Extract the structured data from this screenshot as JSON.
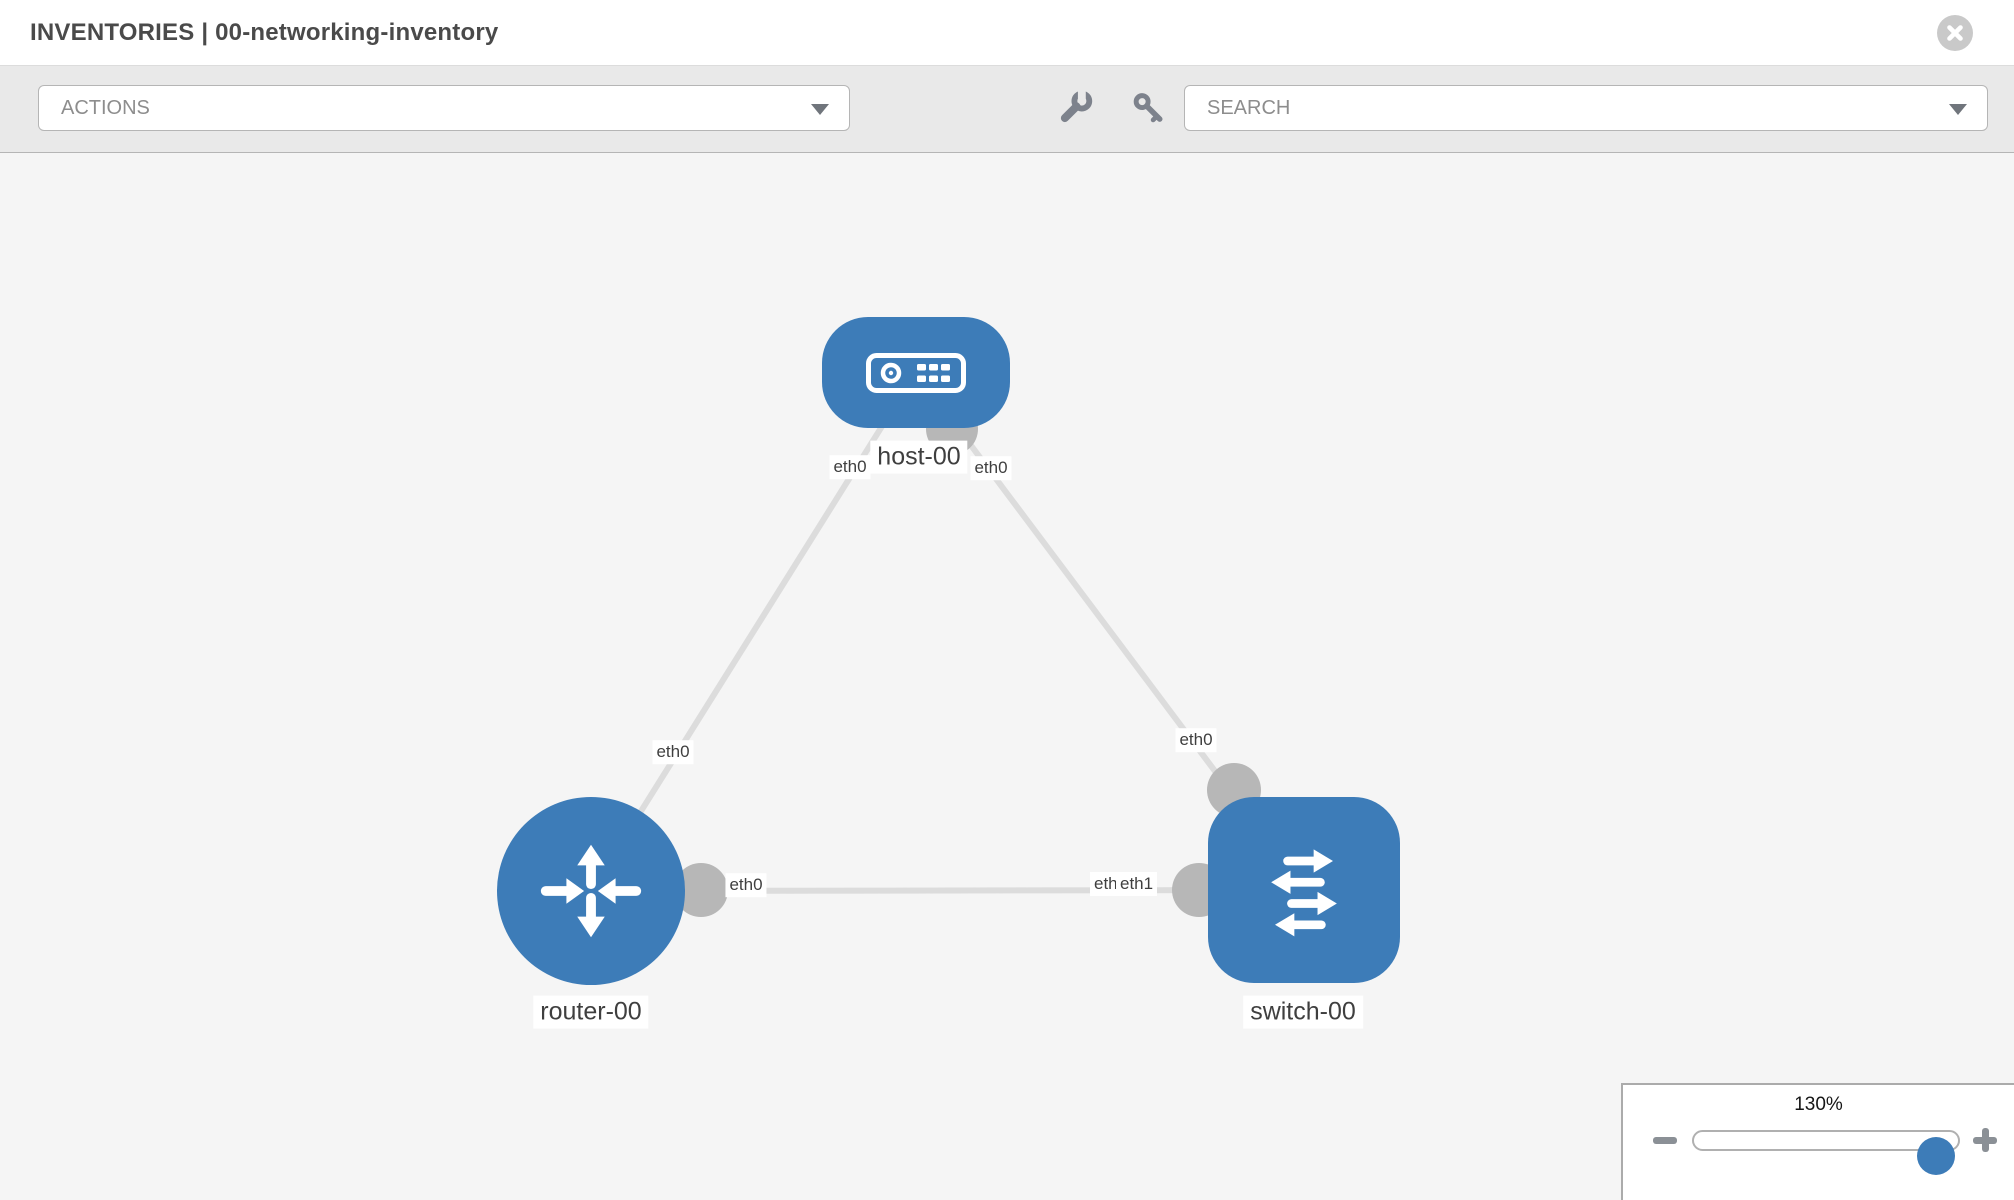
{
  "header": {
    "title": "INVENTORIES | 00-networking-inventory"
  },
  "toolbar": {
    "actions_label": "ACTIONS",
    "search_label": "SEARCH",
    "icons": [
      "wrench-icon",
      "key-icon"
    ]
  },
  "graph": {
    "nodes": [
      {
        "label": "host-00",
        "type": "host"
      },
      {
        "label": "router-00",
        "type": "router"
      },
      {
        "label": "switch-00",
        "type": "switch"
      }
    ],
    "links": [
      {
        "from": "host-00",
        "to": "router-00",
        "from_label": "eth0",
        "to_label": "eth0"
      },
      {
        "from": "host-00",
        "to": "switch-00",
        "from_label": "eth0",
        "to_label": "eth0"
      },
      {
        "from": "router-00",
        "to": "switch-00",
        "from_label": "eth0",
        "to_label": "eth1",
        "overlapped_label": "eth0"
      }
    ]
  },
  "zoom_control": {
    "level": "130%"
  },
  "colors": {
    "node_blue": "#3d7cb8",
    "link_gray": "#dcdcdc",
    "connector_gray": "#b7b7b7",
    "toolbar_bg": "#e9e9e9",
    "canvas_bg": "#f5f5f5"
  }
}
